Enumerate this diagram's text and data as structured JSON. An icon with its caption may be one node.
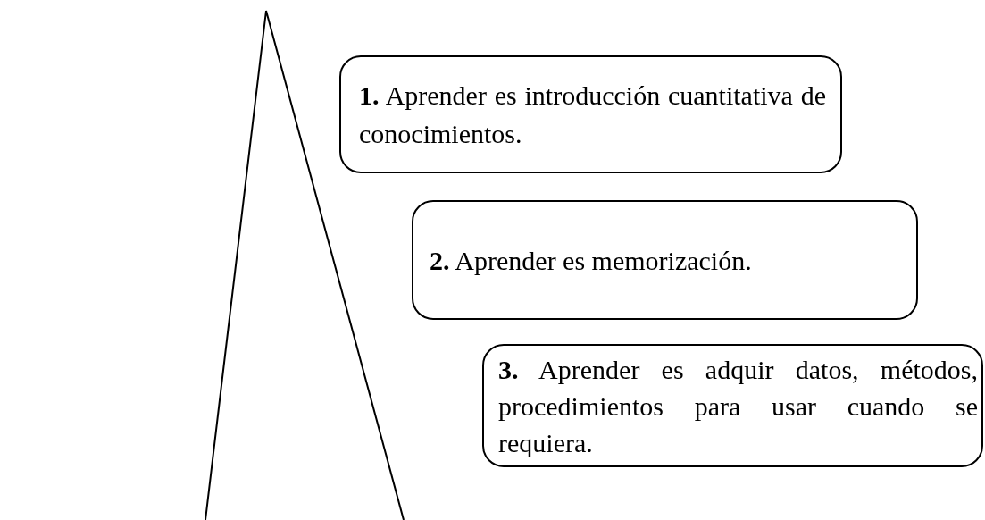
{
  "diagram": {
    "nodes": [
      {
        "text": [
          "**1.** Aprender es introducción cuantitativa de conocimientos."
        ]
      },
      {
        "text": [
          "**2.** Aprender es memorización."
        ]
      },
      {
        "text": [
          "**3.** Aprender es adquir datos, métodos, procedimientos para usar cuando se requiera."
        ]
      }
    ]
  }
}
